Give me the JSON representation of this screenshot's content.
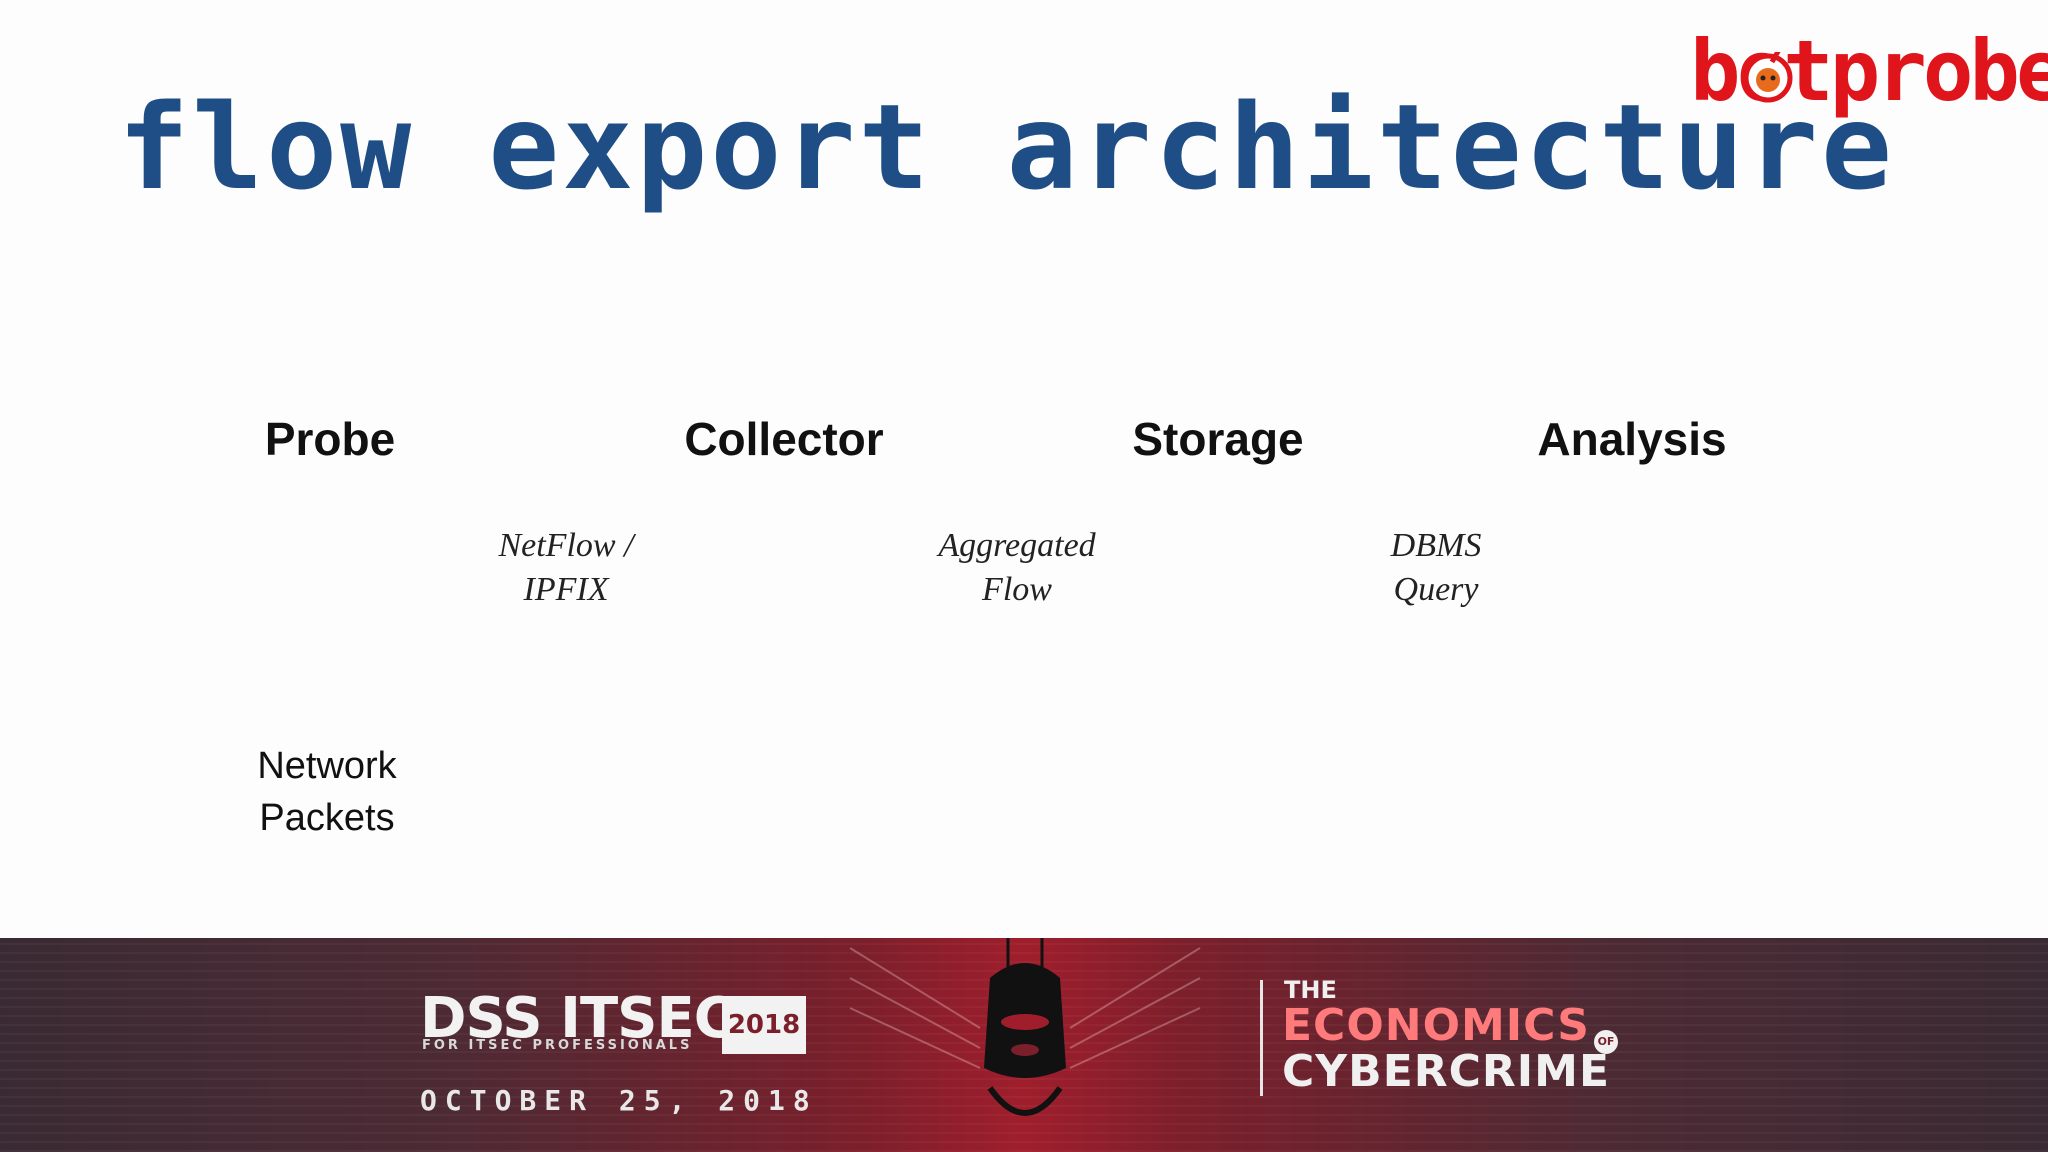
{
  "slide": {
    "title": "flow export architecture",
    "logo_text": "botprobe",
    "stages": [
      "Probe",
      "Collector",
      "Storage",
      "Analysis"
    ],
    "edges": [
      {
        "line1": "NetFlow /",
        "line2": "IPFIX"
      },
      {
        "line1": "Aggregated",
        "line2": "Flow"
      },
      {
        "line1": "DBMS",
        "line2": "Query"
      }
    ],
    "input": {
      "line1": "Network",
      "line2": "Packets"
    }
  },
  "banner": {
    "event_name": "DSS ITSEC",
    "event_year": "2018",
    "event_tagline": "FOR ITSEC PROFESSIONALS",
    "event_date": "OCTOBER 25, 2018",
    "theme_line1": "THE",
    "theme_line2": "ECONOMICS",
    "theme_line3": "CYBERCRIME",
    "theme_of": "OF"
  },
  "colors": {
    "title": "#1f4e86",
    "logo": "#e0141b",
    "banner_accent": "#a01e2c"
  },
  "icons": [
    "botprobe-logo-face-icon",
    "hooded-hacker-mascot-icon"
  ]
}
